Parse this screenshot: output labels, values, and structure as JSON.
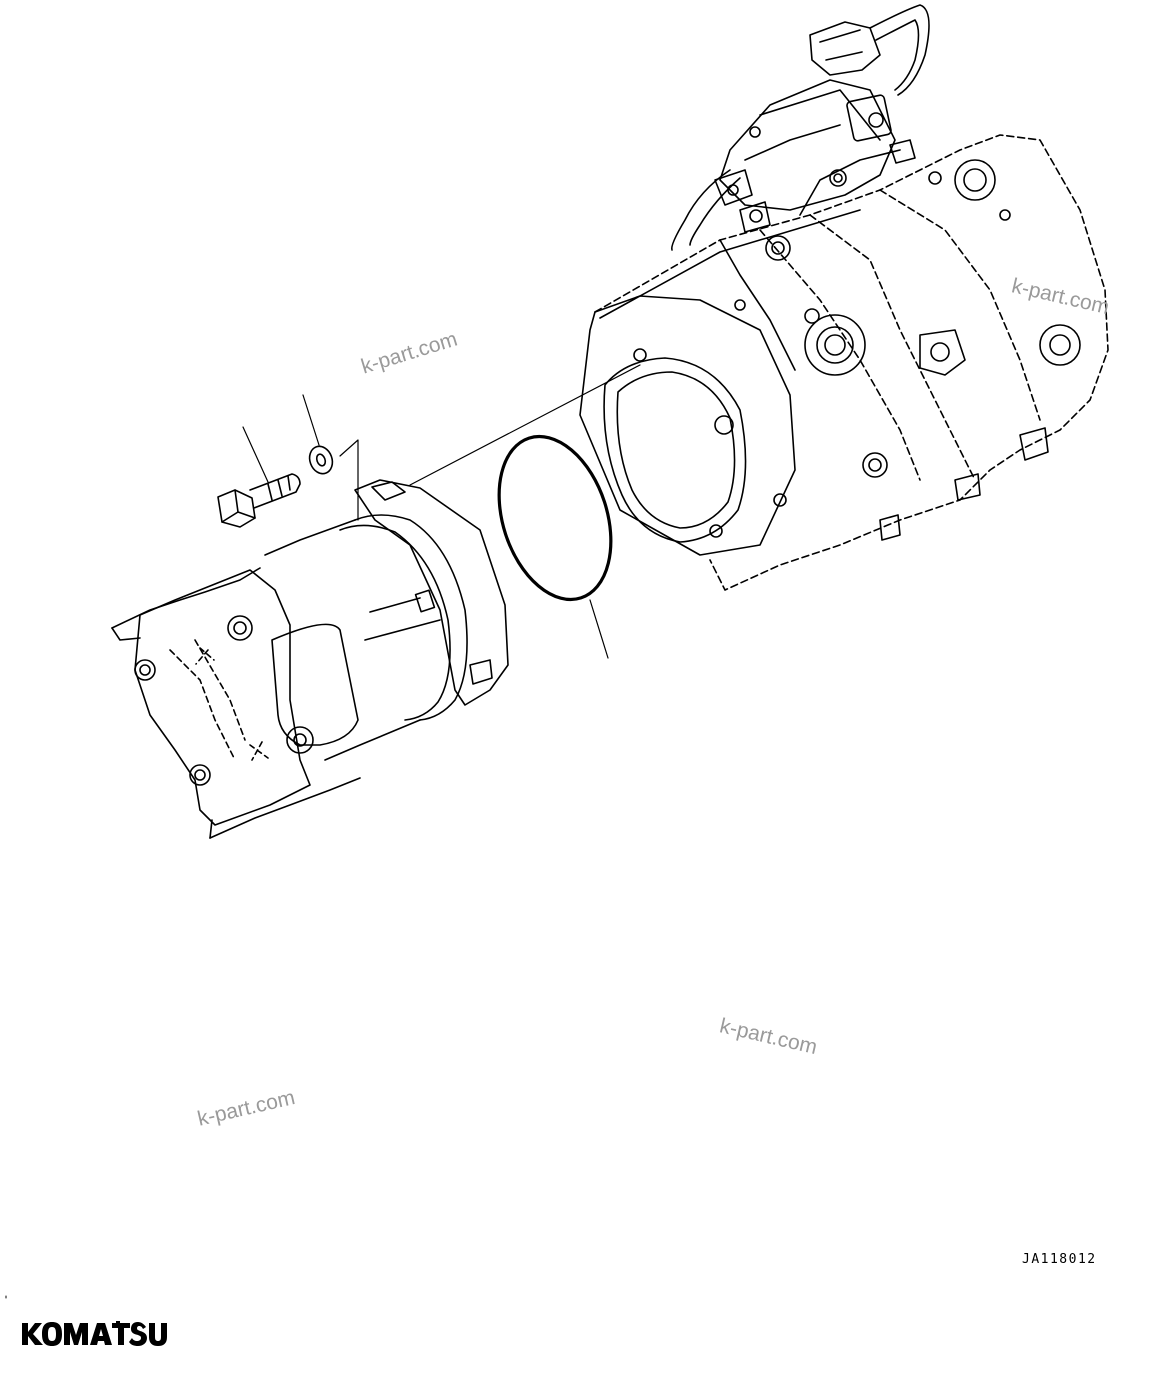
{
  "figure": {
    "code": "JA118012"
  },
  "brand": {
    "logo_text": "KOMATSU",
    "color": "#000000"
  },
  "watermarks": [
    "k-part.com",
    "k-part.com",
    "k-part.com",
    "k-part.com"
  ],
  "parts": [
    {
      "icon": "bolt-icon"
    },
    {
      "icon": "washer-icon"
    },
    {
      "icon": "o-ring-icon"
    },
    {
      "icon": "gear-pump-icon"
    },
    {
      "icon": "piston-pump-housing-icon"
    }
  ]
}
